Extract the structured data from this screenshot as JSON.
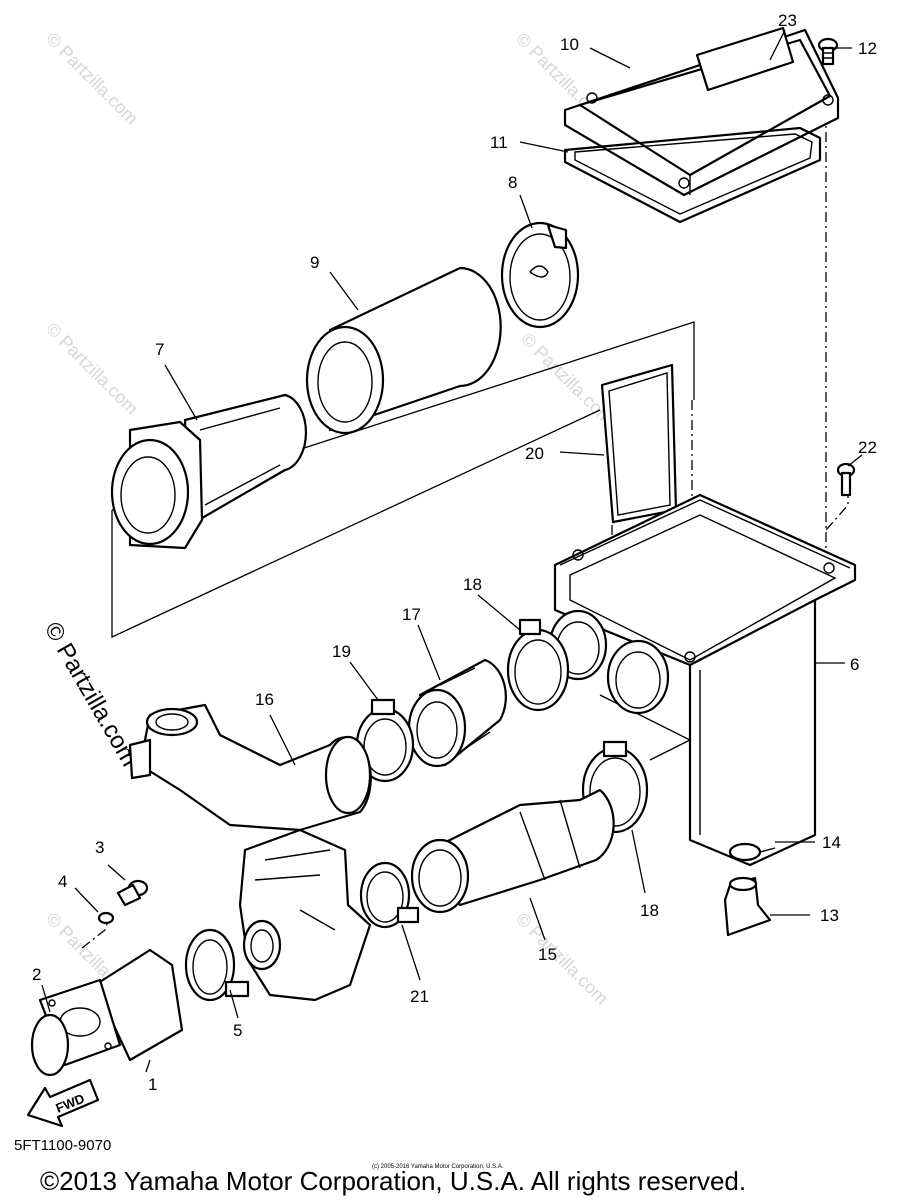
{
  "diagram": {
    "part_numbers": [
      {
        "id": "p1",
        "label": "1"
      },
      {
        "id": "p2",
        "label": "2"
      },
      {
        "id": "p3",
        "label": "3"
      },
      {
        "id": "p4",
        "label": "4"
      },
      {
        "id": "p5",
        "label": "5"
      },
      {
        "id": "p6",
        "label": "6"
      },
      {
        "id": "p7",
        "label": "7"
      },
      {
        "id": "p8",
        "label": "8"
      },
      {
        "id": "p9",
        "label": "9"
      },
      {
        "id": "p10",
        "label": "10"
      },
      {
        "id": "p11",
        "label": "11"
      },
      {
        "id": "p12",
        "label": "12"
      },
      {
        "id": "p13",
        "label": "13"
      },
      {
        "id": "p14",
        "label": "14"
      },
      {
        "id": "p15",
        "label": "15"
      },
      {
        "id": "p16",
        "label": "16"
      },
      {
        "id": "p17",
        "label": "17"
      },
      {
        "id": "p18a",
        "label": "18"
      },
      {
        "id": "p18b",
        "label": "18"
      },
      {
        "id": "p19",
        "label": "19"
      },
      {
        "id": "p20",
        "label": "20"
      },
      {
        "id": "p21",
        "label": "21"
      },
      {
        "id": "p22",
        "label": "22"
      },
      {
        "id": "p23",
        "label": "23"
      }
    ],
    "fwd_label": "FWD",
    "reference_code": "5FT1100-9070",
    "watermark_text": "© Partzilla.com",
    "small_copyright": "(c) 2005-2016 Yamaha Motor Corporation, U.S.A.",
    "copyright": "©2013 Yamaha Motor Corporation, U.S.A. All rights reserved."
  }
}
